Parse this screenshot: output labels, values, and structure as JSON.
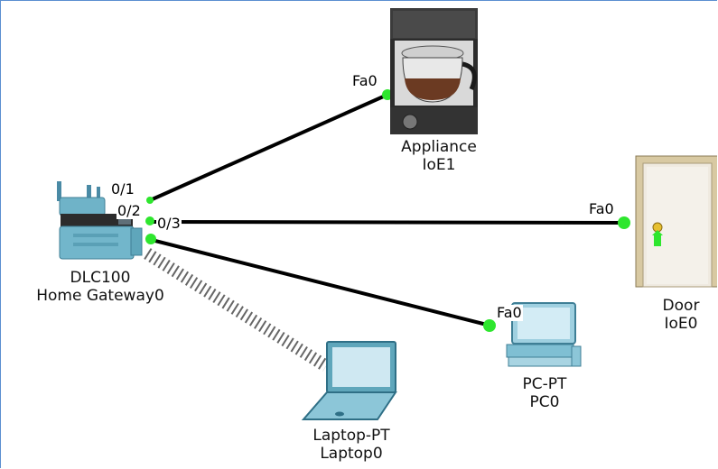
{
  "devices": {
    "gateway": {
      "model": "DLC100",
      "name": "Home Gateway0"
    },
    "appliance": {
      "model": "Appliance",
      "name": "IoE1"
    },
    "door": {
      "model": "Door",
      "name": "IoE0"
    },
    "pc": {
      "model": "PC-PT",
      "name": "PC0"
    },
    "laptop": {
      "model": "Laptop-PT",
      "name": "Laptop0"
    }
  },
  "ports": {
    "gateway_0_1": "0/1",
    "gateway_0_2": "0/2",
    "gateway_0_3": "0/3",
    "appliance_fa0": "Fa0",
    "door_fa0": "Fa0",
    "pc_fa0": "Fa0"
  },
  "icons": {
    "gateway": "home-gateway-icon",
    "appliance": "coffee-maker-icon",
    "door": "door-icon",
    "pc": "desktop-pc-icon",
    "laptop": "laptop-icon"
  },
  "colors": {
    "link": "#000000",
    "port_up": "#2ee62e",
    "wireless": "#555555",
    "border": "#5b8fd0"
  }
}
